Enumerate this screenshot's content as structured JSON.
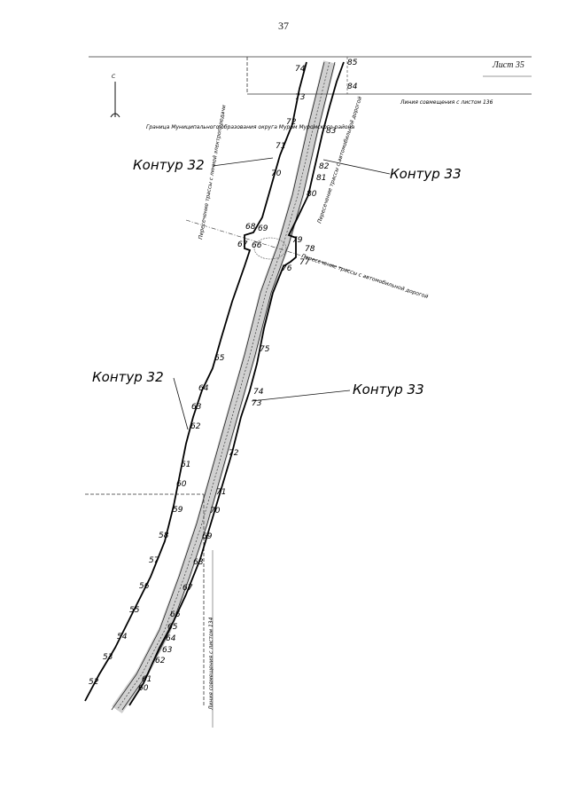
{
  "page_number": "37",
  "sheet_label": "Лист 35",
  "match_line_top": "Линия совмещения с листом 136",
  "match_line_bottom": "Линия совмещения с листом 134",
  "north_label": "С",
  "boundary_note": "Граница Муниципального образования округа Муром Муромского района",
  "crossing_note_left": "Пересечение трассы с линией электропередачи",
  "crossing_note_right": "Пересечение трассы с автомобильной дорогой",
  "crossing_note_top": "Пересечение трассы с автомобильной дорогой",
  "contours": {
    "upper_left": "Контур 32",
    "upper_right": "Контур 33",
    "lower_left": "Контур 32",
    "lower_right": "Контур 33"
  },
  "left_points": [
    "74",
    "73",
    "72",
    "71",
    "70",
    "69",
    "68",
    "67",
    "66",
    "65",
    "64",
    "63",
    "62",
    "61",
    "60",
    "59",
    "58",
    "57",
    "56",
    "55",
    "54",
    "53",
    "52"
  ],
  "right_points": [
    "85",
    "84",
    "83",
    "82",
    "81",
    "80",
    "79",
    "78",
    "77",
    "76",
    "75",
    "74",
    "73",
    "72",
    "71",
    "70",
    "69",
    "68",
    "67",
    "66",
    "65",
    "64",
    "63",
    "62",
    "61",
    "60"
  ]
}
